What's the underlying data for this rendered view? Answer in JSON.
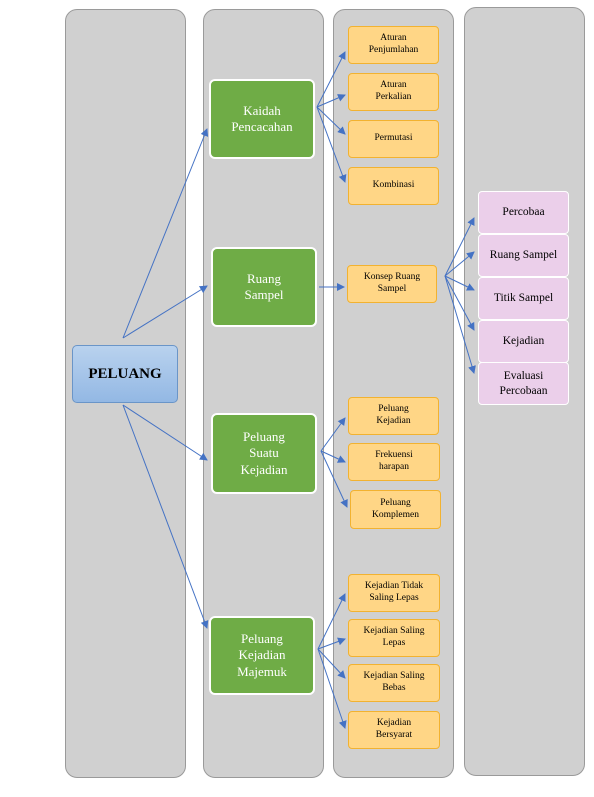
{
  "root": {
    "label": "PELUANG"
  },
  "level1": [
    {
      "id": "kaidah",
      "label": "Kaidah\nPencacahan"
    },
    {
      "id": "ruang",
      "label": "Ruang\nSampel"
    },
    {
      "id": "suatu",
      "label": "Peluang\nSuatu\nKejadian"
    },
    {
      "id": "majemuk",
      "label": "Peluang\nKejadian\nMajemuk"
    }
  ],
  "level2": [
    {
      "id": "penjumlahan",
      "parent": "kaidah",
      "label": "Aturan\nPenjumlahan"
    },
    {
      "id": "perkalian",
      "parent": "kaidah",
      "label": "Aturan\nPerkalian"
    },
    {
      "id": "permutasi",
      "parent": "kaidah",
      "label": "Permutasi"
    },
    {
      "id": "kombinasi",
      "parent": "kaidah",
      "label": "Kombinasi"
    },
    {
      "id": "konsep",
      "parent": "ruang",
      "label": "Konsep Ruang\nSampel"
    },
    {
      "id": "pkejadian",
      "parent": "suatu",
      "label": "Peluang\nKejadian"
    },
    {
      "id": "frekuensi",
      "parent": "suatu",
      "label": "Frekuensi\nharapan"
    },
    {
      "id": "komplemen",
      "parent": "suatu",
      "label": "Peluang\nKomplemen"
    },
    {
      "id": "tidaklepas",
      "parent": "majemuk",
      "label": "Kejadian Tidak\nSaling Lepas"
    },
    {
      "id": "lepas",
      "parent": "majemuk",
      "label": "Kejadian Saling\nLepas"
    },
    {
      "id": "bebas",
      "parent": "majemuk",
      "label": "Kejadian Saling\nBebas"
    },
    {
      "id": "bersyarat",
      "parent": "majemuk",
      "label": "Kejadian\nBersyarat"
    }
  ],
  "level3": [
    {
      "id": "percobaan",
      "parent": "konsep",
      "label": "Percobaa"
    },
    {
      "id": "ruangsampel",
      "parent": "konsep",
      "label": "Ruang Sampel"
    },
    {
      "id": "titik",
      "parent": "konsep",
      "label": "Titik Sampel"
    },
    {
      "id": "kejadian",
      "parent": "konsep",
      "label": "Kejadian"
    },
    {
      "id": "evaluasi",
      "parent": "konsep",
      "label": "Evaluasi\nPercobaan"
    }
  ],
  "colors": {
    "column_bg": "#d0d0d0",
    "root_fill": "#9dc3e6",
    "level1_fill": "#6fac46",
    "level2_fill": "#ffd686",
    "level3_fill": "#ebcfea",
    "connector": "#4472c4"
  }
}
